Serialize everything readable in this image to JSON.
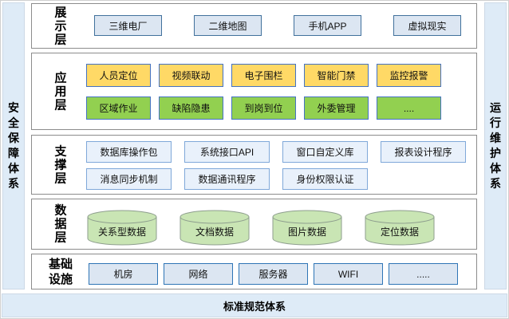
{
  "left_sidebar": {
    "label": "安全保障体系"
  },
  "right_sidebar": {
    "label": "运行维护体系"
  },
  "bottom_bar": {
    "label": "标准规范体系"
  },
  "layers": [
    {
      "id": "presentation",
      "label": "展示层",
      "rows": [
        {
          "style": "plain",
          "items": [
            "三维电厂",
            "二维地图",
            "手机APP",
            "虚拟现实"
          ]
        }
      ]
    },
    {
      "id": "application",
      "label": "应用层",
      "rows": [
        {
          "style": "yellow",
          "items": [
            "人员定位",
            "视频联动",
            "电子围栏",
            "智能门禁",
            "监控报警"
          ]
        },
        {
          "style": "green",
          "items": [
            "区域作业",
            "缺陷隐患",
            "到岗到位",
            "外委管理",
            "...."
          ]
        }
      ]
    },
    {
      "id": "support",
      "label": "支撑层",
      "rows": [
        {
          "style": "support",
          "items": [
            "数据库操作包",
            "系统接口API",
            "窗口自定义库",
            "报表设计程序"
          ]
        },
        {
          "style": "support",
          "items": [
            "消息同步机制",
            "数据通讯程序",
            "身份权限认证"
          ]
        }
      ]
    },
    {
      "id": "data",
      "label": "数据层",
      "rows": [
        {
          "style": "cylinder",
          "items": [
            "关系型数据",
            "文档数据",
            "图片数据",
            "定位数据"
          ]
        }
      ]
    },
    {
      "id": "infra",
      "label": "基础设施",
      "rows": [
        {
          "style": "infra",
          "items": [
            "机房",
            "网络",
            "服务器",
            "WIFI",
            "....."
          ]
        }
      ]
    }
  ],
  "colors": {
    "accent_yellow": "#FFD966",
    "accent_green": "#92D050",
    "cylinder_green": "#C9E5B4",
    "panel_blue": "#DEEBF7",
    "box_blue": "#DCE6F2",
    "support_blue": "#E9F1FB",
    "border_blue": "#4472C4",
    "border_gray": "#8C8C8C"
  }
}
